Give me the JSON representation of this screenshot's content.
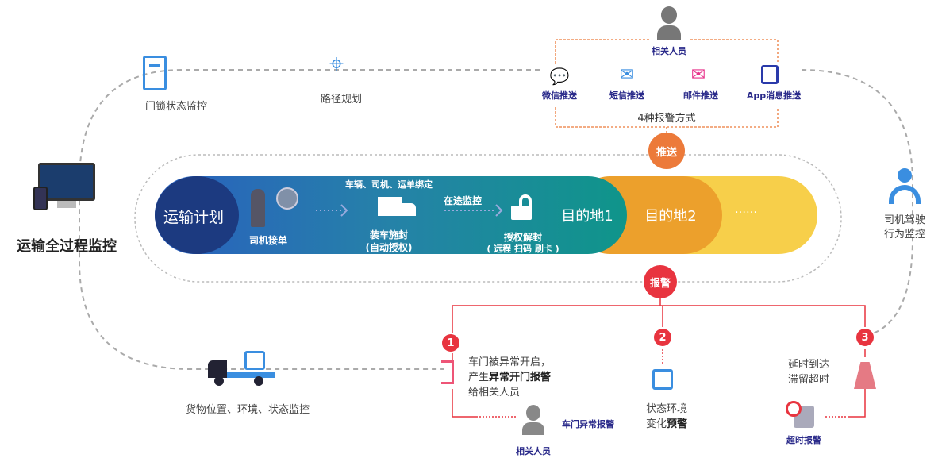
{
  "title": "运输全过程监控",
  "nodes": {
    "door_lock": "门锁状态监控",
    "route": "路径规划",
    "cargo": "货物位置、环境、状态监控",
    "driver_l1": "司机驾驶",
    "driver_l2": "行为监控"
  },
  "push": {
    "badge": "推送",
    "recipient": "相关人员",
    "methods_label": "4种报警方式",
    "methods": [
      "微信推送",
      "短信推送",
      "邮件推送",
      "App消息推送"
    ]
  },
  "band": {
    "plan": "运输计划",
    "driver_accept": "司机接单",
    "bind": "车辆、司机、运单绑定",
    "load_l1": "装车施封",
    "load_l2": "(自动授权)",
    "monitor": "在途监控",
    "unseal_l1": "授权解封",
    "unseal_l2": "( 远程  扫码  刷卡 )",
    "dest1": "目的地1",
    "dest2": "目的地2",
    "more": "……"
  },
  "alarm": {
    "badge": "报警",
    "items": [
      {
        "num": "1",
        "l1": "车门被异常开启，",
        "l2a": "产生",
        "l2b": "异常开门报警",
        "l3": "给相关人员",
        "tag": "车门异常报警",
        "recipient": "相关人员"
      },
      {
        "num": "2",
        "l1": "状态环境",
        "l2a": "变化",
        "l2b": "预警"
      },
      {
        "num": "3",
        "l1": "延时到达",
        "l2": "滞留超时",
        "tag": "超时报警"
      }
    ]
  },
  "colors": {
    "orange": "#ec7a3a",
    "red": "#e8343f",
    "navy": "#1e3a7a",
    "blue": "#2f7fd6",
    "teal": "#12918a",
    "amber": "#f0a030",
    "yellow": "#f7cf4a"
  }
}
